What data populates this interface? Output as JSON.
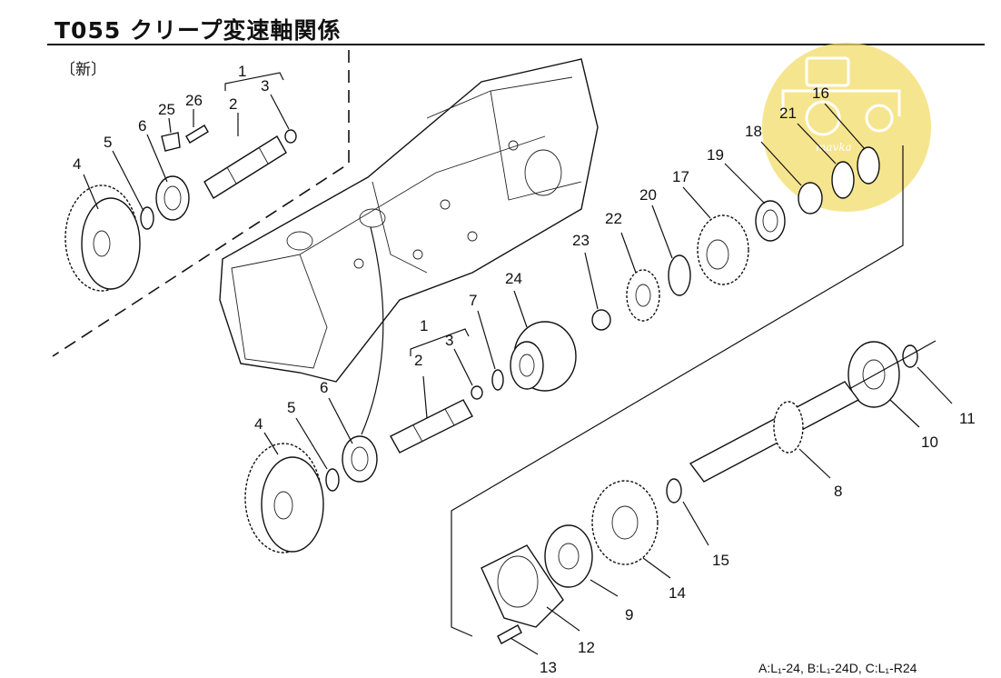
{
  "header": {
    "title": "T055 クリープ変速軸関係"
  },
  "footer": {
    "applicability": "A:L₁-24, B:L₁-24D, C:L₁-R24"
  },
  "inset": {
    "label": "〔新〕"
  },
  "watermark": {
    "text": "mavka",
    "color": "#f3dc6a",
    "icon": "tractor-logo-icon"
  },
  "callouts": {
    "c1a": "1",
    "c2a": "2",
    "c3a": "3",
    "c4a": "4",
    "c5a": "5",
    "c6a": "6",
    "c25": "25",
    "c26": "26",
    "c1b": "1",
    "c2b": "2",
    "c3b": "3",
    "c4b": "4",
    "c5b": "5",
    "c6b": "6",
    "c7": "7",
    "c8": "8",
    "c9": "9",
    "c10": "10",
    "c11": "11",
    "c12": "12",
    "c13": "13",
    "c14": "14",
    "c15": "15",
    "c16": "16",
    "c17": "17",
    "c18": "18",
    "c19": "19",
    "c20": "20",
    "c21": "21",
    "c22": "22",
    "c23": "23",
    "c24": "24"
  }
}
